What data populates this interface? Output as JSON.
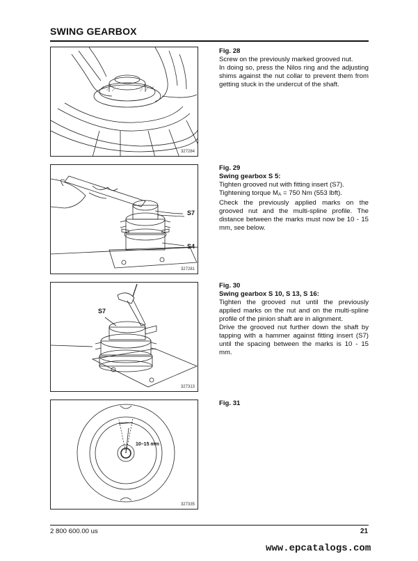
{
  "header": {
    "title": "SWING GEARBOX"
  },
  "figures": [
    {
      "number_label": "327284",
      "caption": "Fig. 28",
      "subtitle": "",
      "paragraphs": [
        "Screw on the previously marked grooved nut.",
        "In doing so, press the Nilos ring and the adjusting shims against the nut collar to prevent them from getting stuck in the undercut of the shaft."
      ]
    },
    {
      "number_label": "327281",
      "callouts": [
        "S7",
        "S4"
      ],
      "caption": "Fig. 29",
      "subtitle": "Swing gearbox S 5:",
      "paragraphs": [
        "Tighten grooved nut with fitting insert (S7).",
        "Tightening torque M",
        "A",
        " = 750 Nm (553 lbft).",
        "Check the previously applied marks on the grooved nut and the multi-spline profile. The distance between the marks must now be 10 - 15 mm, see below."
      ]
    },
    {
      "number_label": "327313",
      "callouts": [
        "S7"
      ],
      "caption": "Fig. 30",
      "subtitle": "Swing gearbox S 10, S 13, S 16:",
      "paragraphs": [
        "Tighten the grooved nut until the previously applied marks on the nut and on the multi-spline profile of the pinion shaft are in alignment.",
        "Drive the grooved nut further down the shaft by tapping with a hammer against fitting insert (S7) until the spacing between the marks is 10 - 15 mm."
      ]
    },
    {
      "number_label": "327335",
      "dimension_label": "10–15 mm",
      "caption": "Fig. 31",
      "subtitle": "",
      "paragraphs": []
    }
  ],
  "footer": {
    "doc_number": "2 800 600.00 us",
    "page_number": "21",
    "watermark": "www.epcatalogs.com"
  }
}
